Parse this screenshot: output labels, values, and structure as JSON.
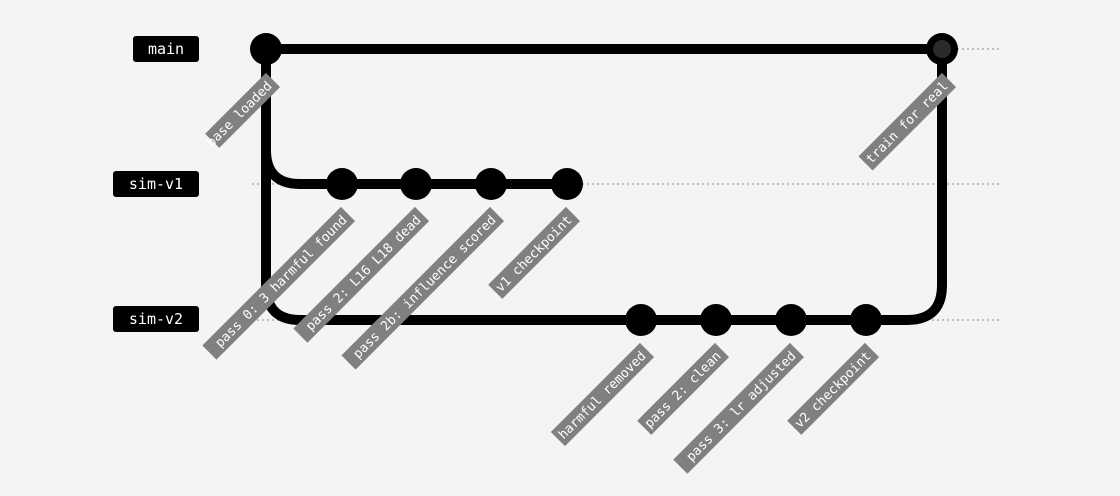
{
  "branches": {
    "main": "main",
    "sim_v1": "sim-v1",
    "sim_v2": "sim-v2"
  },
  "commits": {
    "base_loaded": "base loaded",
    "pass0": "pass 0: 3 harmful found",
    "pass2_dead": "pass 2: L16 L18 dead",
    "pass2b": "pass 2b: influence scored",
    "v1_checkpoint": "v1 checkpoint",
    "harmful_removed": "harmful removed",
    "pass2_clean": "pass 2: clean",
    "pass3": "pass 3: lr adjusted",
    "v2_checkpoint": "v2 checkpoint",
    "train_for_real": "train for real"
  },
  "colors": {
    "line": "#000000",
    "label_bg": "#808080",
    "label_text": "#ffffff",
    "background": "#f4f4f2",
    "guide": "#888888"
  }
}
